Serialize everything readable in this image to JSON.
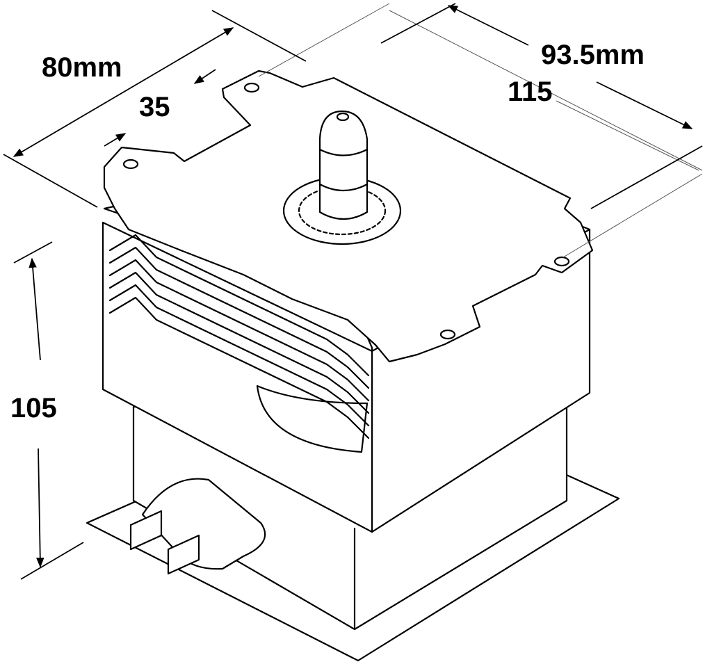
{
  "dimensions": {
    "top_left_overall": "80mm",
    "top_left_flange": "35",
    "top_right_overall": "93.5mm",
    "top_right_mounting": "115",
    "height": "105"
  }
}
